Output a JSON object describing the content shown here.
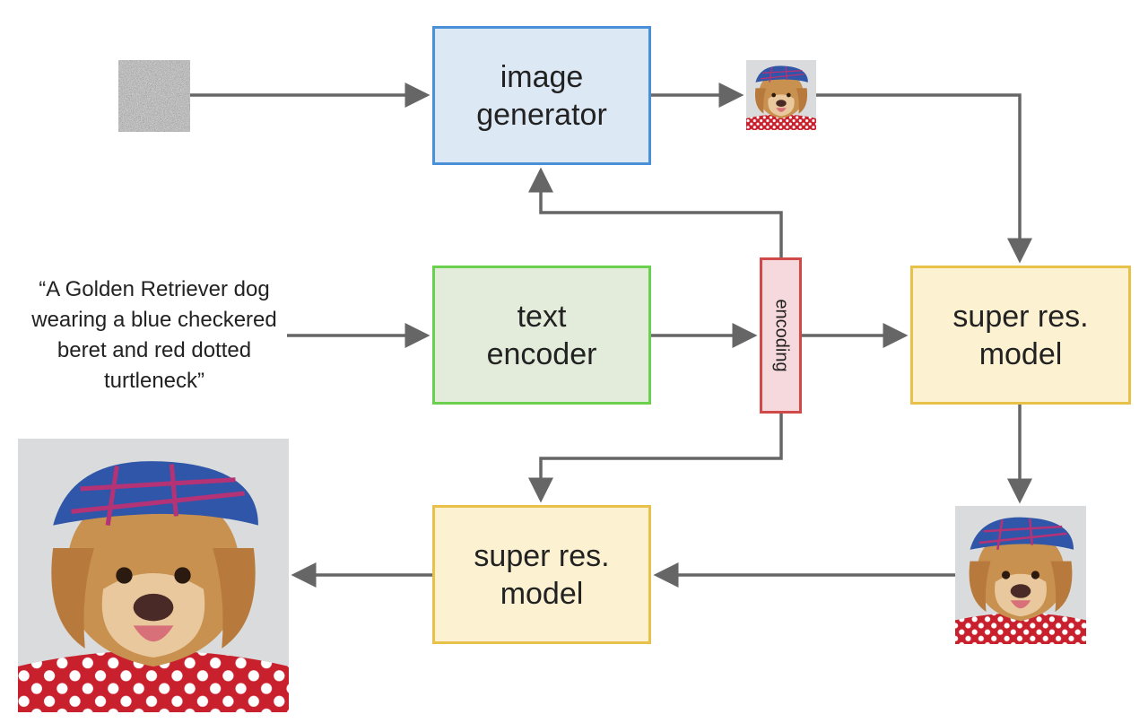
{
  "nodes": {
    "image_generator": "image\ngenerator",
    "text_encoder": "text\nencoder",
    "super_res_1": "super res.\nmodel",
    "super_res_2": "super res.\nmodel",
    "encoding": "encoding"
  },
  "prompt": "“A Golden Retriever dog wearing a blue checkered beret and red dotted turtleneck”",
  "colors": {
    "arrow": "#666666",
    "generator_fill": "#dde8f5",
    "generator_border": "#4a90d9",
    "encoder_fill": "#e3ecdb",
    "encoder_border": "#6bd04e",
    "superres_fill": "#fcf1d1",
    "superres_border": "#e8c14a",
    "encoding_fill": "#f6d9dc",
    "encoding_border": "#d14a4a"
  }
}
